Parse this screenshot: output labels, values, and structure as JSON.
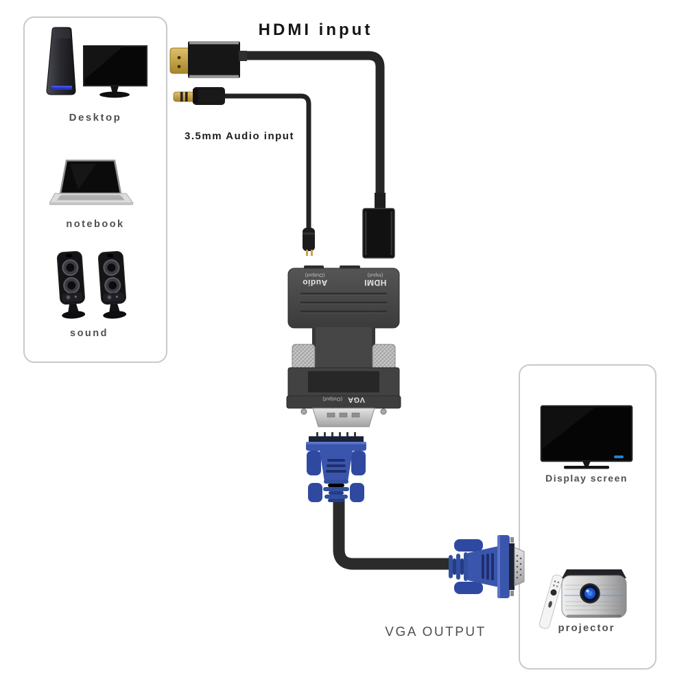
{
  "diagram": {
    "hdmi_input_label": "HDMI input",
    "audio_input_label": "3.5mm Audio input",
    "vga_output_label": "VGA OUTPUT"
  },
  "adapter": {
    "audio_port": "Audio",
    "audio_port_sub": "(Output)",
    "hdmi_port": "HDMI",
    "hdmi_port_sub": "(Input)",
    "vga_port": "VGA",
    "vga_port_sub": "(Output)"
  },
  "input_devices": {
    "items": [
      {
        "label": "Desktop",
        "icon": "desktop-computer-icon"
      },
      {
        "label": "notebook",
        "icon": "laptop-icon"
      },
      {
        "label": "sound",
        "icon": "speakers-icon"
      }
    ]
  },
  "output_devices": {
    "items": [
      {
        "label": "Display screen",
        "icon": "tv-icon"
      },
      {
        "label": "projector",
        "icon": "projector-icon"
      }
    ]
  },
  "colors": {
    "vga_blue": "#3a55ac",
    "vga_blue_dark": "#1e2f6e",
    "cable_black": "#262626",
    "adapter_gray": "#454545",
    "connector_gold": "#d2ab4e",
    "silver": "#c4c4c4",
    "label_gray": "#4f4f4f",
    "title_black": "#151515",
    "box_border": "#c9c9c9",
    "power_led_blue": "#2a7fd4"
  }
}
